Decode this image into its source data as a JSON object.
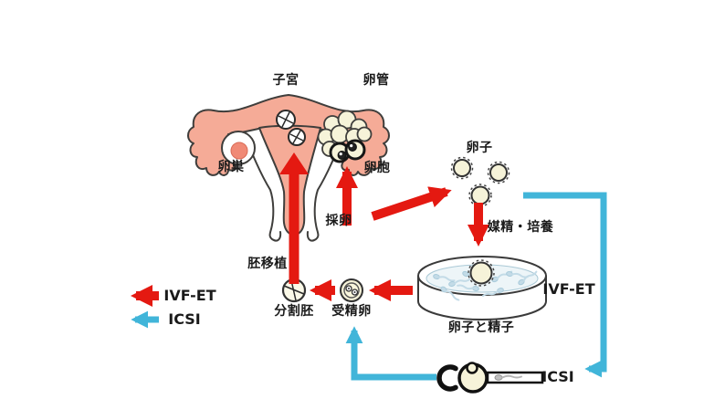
{
  "figure": {
    "anatomy": {
      "uterus": "子宮",
      "oviduct": "卵管",
      "ovary": "卵巣",
      "follicles": "卵胞"
    },
    "process": {
      "egg_retrieval": "採卵",
      "eggs": "卵子",
      "insemination_culture": "媒精・培養",
      "eggs_and_sperm": "卵子と精子",
      "dish_method": "IVF-ET",
      "fertilized_egg": "受精卵",
      "cleaved_embryo": "分割胚",
      "embryo_transfer": "胚移植",
      "icsi_method": "ICSI"
    },
    "legend": {
      "ivf": "IVF-ET",
      "icsi": "ICSI"
    }
  },
  "colors": {
    "red": "#E41911",
    "cyan": "#41B5D9",
    "pink": "#F5AB97",
    "pink_dark": "#F08A76",
    "cream": "#F6F3D9",
    "outline": "#3F3E3C",
    "ink": "#1A1A1A",
    "sperm": "#C3DBE7"
  }
}
